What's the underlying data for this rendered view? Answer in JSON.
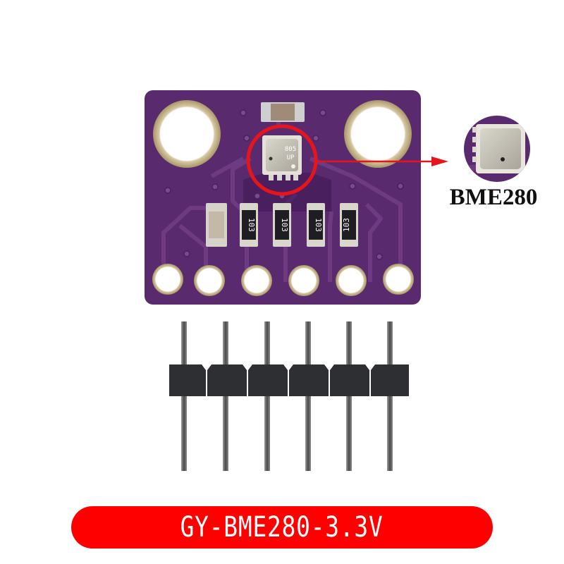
{
  "product": {
    "module_name": "GY-BME280-3.3V",
    "chip_label": "BME280",
    "chip_marking": [
      "805",
      "UP"
    ],
    "resistor_marking": "103",
    "resistor_count": 4,
    "header_pin_count": 6,
    "pad_count": 6,
    "mounting_hole_count": 2
  },
  "colors": {
    "pcb": "#5a2a6e",
    "pcb_trace": "#6e3a82",
    "pcb_dark": "#3e1a52",
    "pad_gold": "#c8b48a",
    "highlight_red": "#e8141c",
    "banner_red": "#fe0000",
    "banner_text": "#ffffff",
    "header_plastic": "#2e2f33",
    "pin_metal": "#6a6a6a"
  }
}
